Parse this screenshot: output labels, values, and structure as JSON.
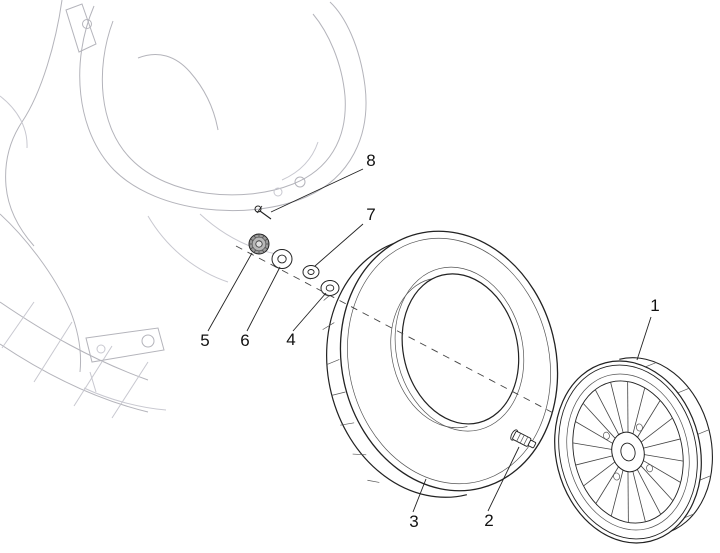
{
  "page": {
    "background": "#ffffff"
  },
  "diagram": {
    "type": "exploded-parts-drawing",
    "subject": "scooter-rear-wheel-assembly",
    "colors": {
      "part_line": "#222222",
      "body_line": "#b4b4bb",
      "axis_line": "#444444"
    },
    "callouts": [
      {
        "number": "1",
        "part": "wheel-rim"
      },
      {
        "number": "2",
        "part": "valve-stem"
      },
      {
        "number": "3",
        "part": "tire"
      },
      {
        "number": "4",
        "part": "washer-outer"
      },
      {
        "number": "5",
        "part": "knurled-nut"
      },
      {
        "number": "6",
        "part": "flat-washer"
      },
      {
        "number": "7",
        "part": "washer-inner"
      },
      {
        "number": "8",
        "part": "cotter-pin"
      }
    ]
  }
}
